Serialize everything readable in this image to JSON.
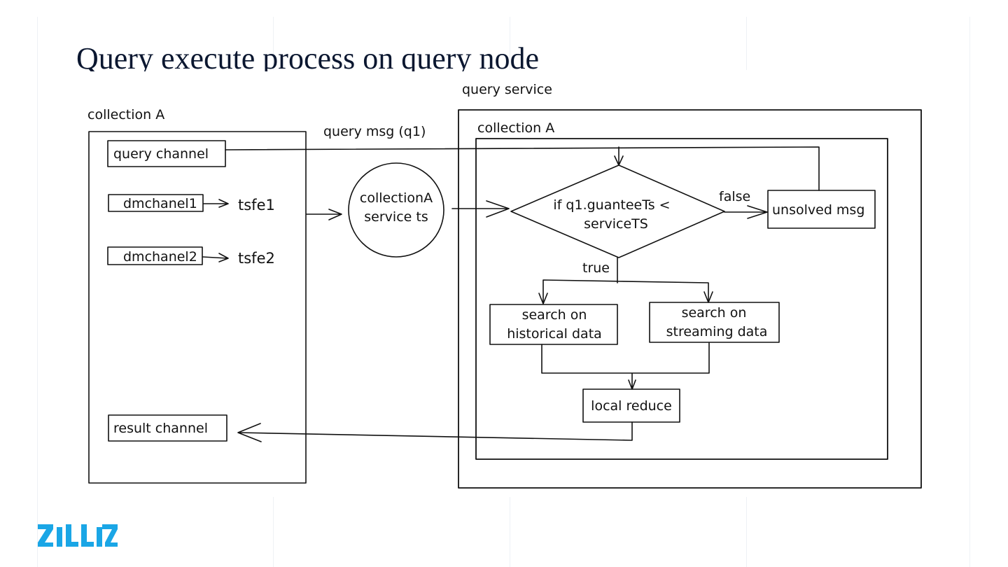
{
  "slide": {
    "title": "Query execute process on query node",
    "brand": {
      "name": "ZILLIZ",
      "color": "#1aa6e6"
    },
    "title_color": "#0b1730"
  },
  "diagram": {
    "left_group": {
      "label": "collection A",
      "query_channel": "query channel",
      "dm_channels": [
        {
          "label": "dmchanel1",
          "ts": "tsfe1"
        },
        {
          "label": "dmchanel2",
          "ts": "tsfe2"
        }
      ],
      "result_channel": "result channel"
    },
    "edge_query_msg": "query msg (q1)",
    "service_ts_node": {
      "line1": "collectionA",
      "line2": "service ts"
    },
    "query_service": {
      "label": "query service",
      "collection_label": "collection A",
      "decision": {
        "line1": "if q1.guanteeTs <",
        "line2": "serviceTS"
      },
      "false_label": "false",
      "true_label": "true",
      "unsolved": "unsolved msg",
      "search_historical": {
        "line1": "search on",
        "line2": "historical data"
      },
      "search_streaming": {
        "line1": "search on",
        "line2": "streaming data"
      },
      "local_reduce": "local reduce"
    }
  }
}
